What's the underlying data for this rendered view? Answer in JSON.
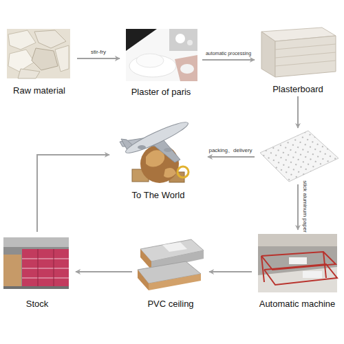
{
  "diagram": {
    "nodes": [
      {
        "text": [
          "Raw material"
        ]
      },
      {
        "text": [
          "Plaster of paris"
        ]
      },
      {
        "text": [
          "Plasterboard"
        ]
      },
      {
        "text": [
          "To The World"
        ]
      },
      {
        "text": [
          "Stock"
        ]
      },
      {
        "text": [
          "PVC ceiling"
        ]
      },
      {
        "text": [
          "Automatic machine"
        ]
      }
    ],
    "edges": [
      {
        "from": 0,
        "to": 1,
        "label": "stir-fry",
        "arrow": "to"
      },
      {
        "from": 1,
        "to": 2,
        "label": "automatic processing",
        "arrow": "to"
      },
      {
        "from": 6,
        "to": 5,
        "arrow": "to"
      },
      {
        "from": 5,
        "to": 4,
        "arrow": "to"
      },
      {
        "from": 4,
        "to": 3,
        "arrow": "to"
      }
    ],
    "labels": [
      "packing、delivery",
      "stick aluminum paper"
    ]
  }
}
